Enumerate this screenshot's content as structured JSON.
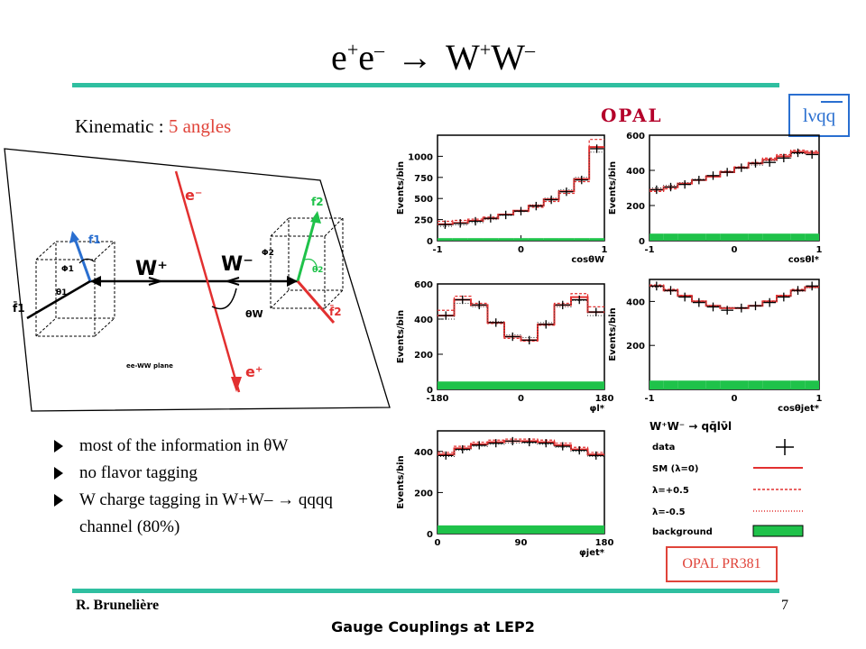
{
  "slide": {
    "title": {
      "base1": "e",
      "sup1": "+",
      "base2": "e",
      "sup2": "–",
      "arrow": "→",
      "base3": "W",
      "sup3": "+",
      "base4": "W",
      "sup4": "–"
    },
    "subtitle_prefix": "Kinematic : ",
    "subtitle_highlight": "5 angles",
    "channel_label": "lνqq",
    "opal_label": "OPAL",
    "bullets": [
      "most of the information in θW",
      "no flavor tagging",
      "W charge tagging in W+W– → qqqq",
      "channel (80%)"
    ],
    "reference": "OPAL PR381",
    "author": "R. Brunelière",
    "footer": "Gauge Couplings at LEP2",
    "page_number": "7"
  },
  "diagram": {
    "labels": {
      "e_minus": "e⁻",
      "e_plus": "e⁺",
      "W_plus": "W⁺",
      "W_minus": "W⁻",
      "theta_W": "θW",
      "f1": "f1",
      "f1bar": "f̄1",
      "f2": "f2",
      "f2bar": "f̄2",
      "phi1": "Φ1",
      "theta1": "θ1",
      "phi2": "Φ2",
      "theta2": "θ2",
      "plane": "ee-WW plane"
    }
  },
  "legend": {
    "title": "W⁺W⁻ → qq̄lν̄l",
    "entries": [
      {
        "label": "data",
        "style": "data"
      },
      {
        "label": "SM (λ=0)",
        "style": "solid"
      },
      {
        "label": "λ=+0.5",
        "style": "dashed"
      },
      {
        "label": "λ=-0.5",
        "style": "dotted"
      },
      {
        "label": "background",
        "style": "band"
      }
    ]
  },
  "colors": {
    "accent": "#2fbfa0",
    "red": "#e0443a",
    "blue": "#2a6fd0",
    "green": "#1fc24a"
  },
  "chart_data": [
    {
      "type": "line",
      "title": "",
      "xlabel": "cosθW",
      "ylabel": "Events/bin",
      "xlim": [
        -1,
        1
      ],
      "ylim": [
        0,
        1250
      ],
      "xticks": [
        -1,
        0,
        1
      ],
      "yticks": [
        0,
        250,
        500,
        750,
        1000
      ],
      "series": [
        {
          "name": "data",
          "values": [
            190,
            205,
            230,
            265,
            305,
            350,
            410,
            485,
            580,
            720,
            1090
          ]
        },
        {
          "name": "SM (λ=0)",
          "values": [
            195,
            210,
            235,
            265,
            310,
            355,
            415,
            490,
            585,
            730,
            1110
          ]
        },
        {
          "name": "λ=+0.5",
          "values": [
            230,
            240,
            255,
            280,
            310,
            345,
            395,
            465,
            560,
            700,
            1200
          ]
        },
        {
          "name": "λ=-0.5",
          "values": [
            170,
            185,
            215,
            250,
            300,
            355,
            425,
            505,
            605,
            750,
            1050
          ]
        },
        {
          "name": "background",
          "values": [
            30,
            30,
            30,
            30,
            30,
            30,
            30,
            30,
            30,
            30,
            30
          ]
        }
      ]
    },
    {
      "type": "line",
      "title": "",
      "xlabel": "cosθl*",
      "ylabel": "Events/bin",
      "xlim": [
        -1,
        1
      ],
      "ylim": [
        0,
        600
      ],
      "xticks": [
        -1,
        0,
        1
      ],
      "yticks": [
        0,
        200,
        400,
        600
      ],
      "series": [
        {
          "name": "data",
          "values": [
            290,
            305,
            320,
            345,
            370,
            390,
            415,
            440,
            445,
            470,
            500,
            490
          ]
        },
        {
          "name": "SM (λ=0)",
          "values": [
            290,
            305,
            325,
            345,
            365,
            390,
            415,
            440,
            460,
            480,
            505,
            500
          ]
        },
        {
          "name": "λ=+0.5",
          "values": [
            280,
            295,
            320,
            345,
            370,
            395,
            420,
            445,
            470,
            490,
            515,
            510
          ]
        },
        {
          "name": "λ=-0.5",
          "values": [
            300,
            315,
            330,
            350,
            370,
            390,
            410,
            430,
            455,
            470,
            495,
            490
          ]
        },
        {
          "name": "background",
          "values": [
            40,
            40,
            40,
            40,
            40,
            40,
            40,
            40,
            40,
            40,
            40,
            40
          ]
        }
      ]
    },
    {
      "type": "line",
      "title": "",
      "xlabel": "φl*",
      "ylabel": "Events/bin",
      "xlim": [
        -180,
        180
      ],
      "ylim": [
        0,
        600
      ],
      "xticks": [
        -180,
        0,
        180
      ],
      "yticks": [
        0,
        200,
        400,
        600
      ],
      "series": [
        {
          "name": "data",
          "values": [
            420,
            510,
            480,
            380,
            300,
            280,
            370,
            480,
            510,
            440
          ]
        },
        {
          "name": "SM (λ=0)",
          "values": [
            420,
            510,
            480,
            380,
            300,
            280,
            370,
            480,
            525,
            440
          ]
        },
        {
          "name": "λ=+0.5",
          "values": [
            450,
            530,
            490,
            375,
            290,
            275,
            365,
            490,
            545,
            470
          ]
        },
        {
          "name": "λ=-0.5",
          "values": [
            400,
            490,
            470,
            385,
            310,
            295,
            380,
            470,
            505,
            420
          ]
        },
        {
          "name": "background",
          "values": [
            45,
            45,
            45,
            45,
            45,
            45,
            45,
            45,
            45,
            45
          ]
        }
      ]
    },
    {
      "type": "line",
      "title": "",
      "xlabel": "cosθjet*",
      "ylabel": "Events/bin",
      "xlim": [
        -1,
        1
      ],
      "ylim": [
        0,
        500
      ],
      "xticks": [
        -1,
        0,
        1
      ],
      "yticks": [
        200,
        400
      ],
      "series": [
        {
          "name": "data",
          "values": [
            470,
            450,
            420,
            395,
            375,
            360,
            370,
            380,
            395,
            420,
            450,
            470
          ]
        },
        {
          "name": "SM (λ=0)",
          "values": [
            470,
            450,
            425,
            400,
            380,
            370,
            370,
            380,
            400,
            425,
            450,
            465
          ]
        },
        {
          "name": "λ=+0.5",
          "values": [
            475,
            455,
            428,
            402,
            380,
            368,
            368,
            380,
            402,
            428,
            455,
            470
          ]
        },
        {
          "name": "λ=-0.5",
          "values": [
            465,
            446,
            422,
            398,
            380,
            372,
            372,
            380,
            398,
            422,
            446,
            462
          ]
        },
        {
          "name": "background",
          "values": [
            40,
            40,
            40,
            40,
            40,
            40,
            40,
            40,
            40,
            40,
            40,
            40
          ]
        }
      ]
    },
    {
      "type": "line",
      "title": "",
      "xlabel": "φjet*",
      "ylabel": "Events/bin",
      "xlim": [
        0,
        180
      ],
      "ylim": [
        0,
        500
      ],
      "xticks": [
        0,
        90,
        180
      ],
      "yticks": [
        0,
        200,
        400
      ],
      "series": [
        {
          "name": "data",
          "values": [
            380,
            410,
            430,
            440,
            450,
            445,
            440,
            425,
            405,
            380
          ]
        },
        {
          "name": "SM (λ=0)",
          "values": [
            385,
            415,
            435,
            445,
            450,
            450,
            445,
            430,
            410,
            385
          ]
        },
        {
          "name": "λ=+0.5",
          "values": [
            395,
            425,
            445,
            455,
            460,
            460,
            455,
            440,
            420,
            395
          ]
        },
        {
          "name": "λ=-0.5",
          "values": [
            375,
            405,
            425,
            435,
            440,
            440,
            435,
            420,
            400,
            375
          ]
        },
        {
          "name": "background",
          "values": [
            40,
            40,
            40,
            40,
            40,
            40,
            40,
            40,
            40,
            40
          ]
        }
      ]
    }
  ]
}
